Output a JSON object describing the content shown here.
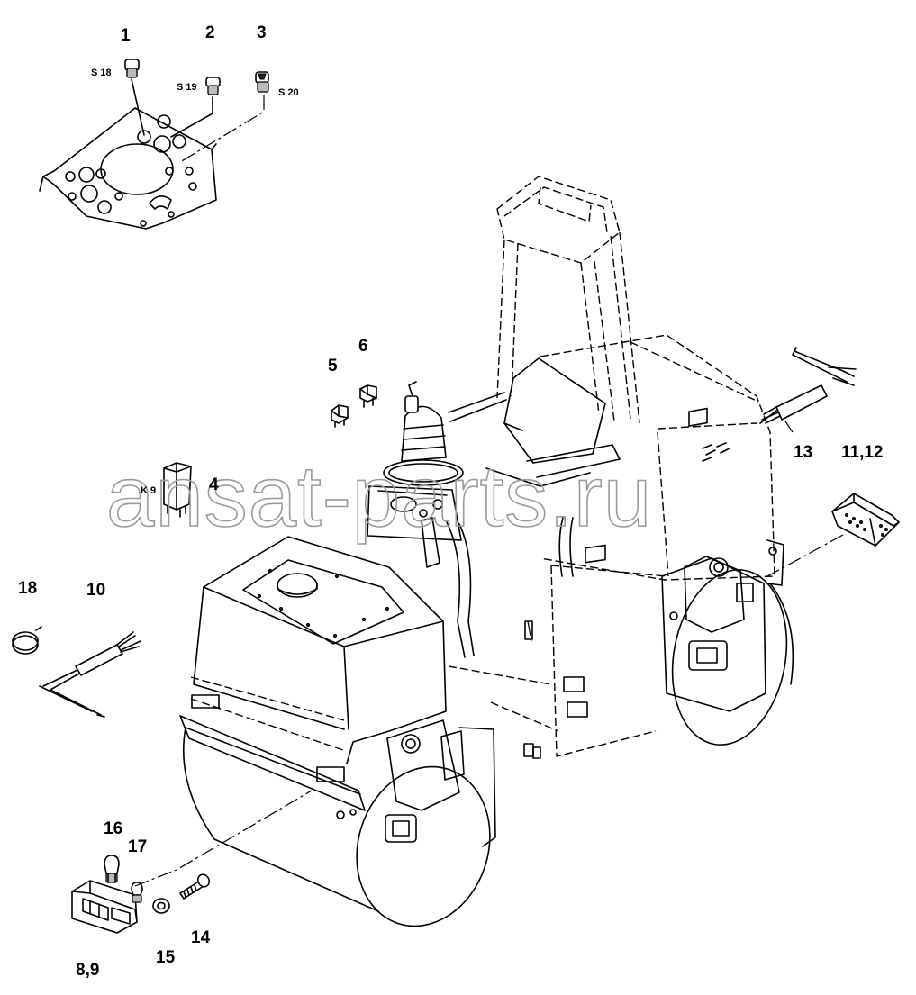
{
  "callouts": {
    "c1": "1",
    "c2": "2",
    "c3": "3",
    "c4": "4",
    "c5": "5",
    "c6": "6",
    "c8_9": "8,9",
    "c10": "10",
    "c11_12": "11,12",
    "c13": "13",
    "c14": "14",
    "c15": "15",
    "c16": "16",
    "c17": "17",
    "c18": "18"
  },
  "refs": {
    "s18": "S 18",
    "s19": "S 19",
    "s20": "S 20",
    "k9": "K 9"
  },
  "watermark": "ansat-parts.ru"
}
